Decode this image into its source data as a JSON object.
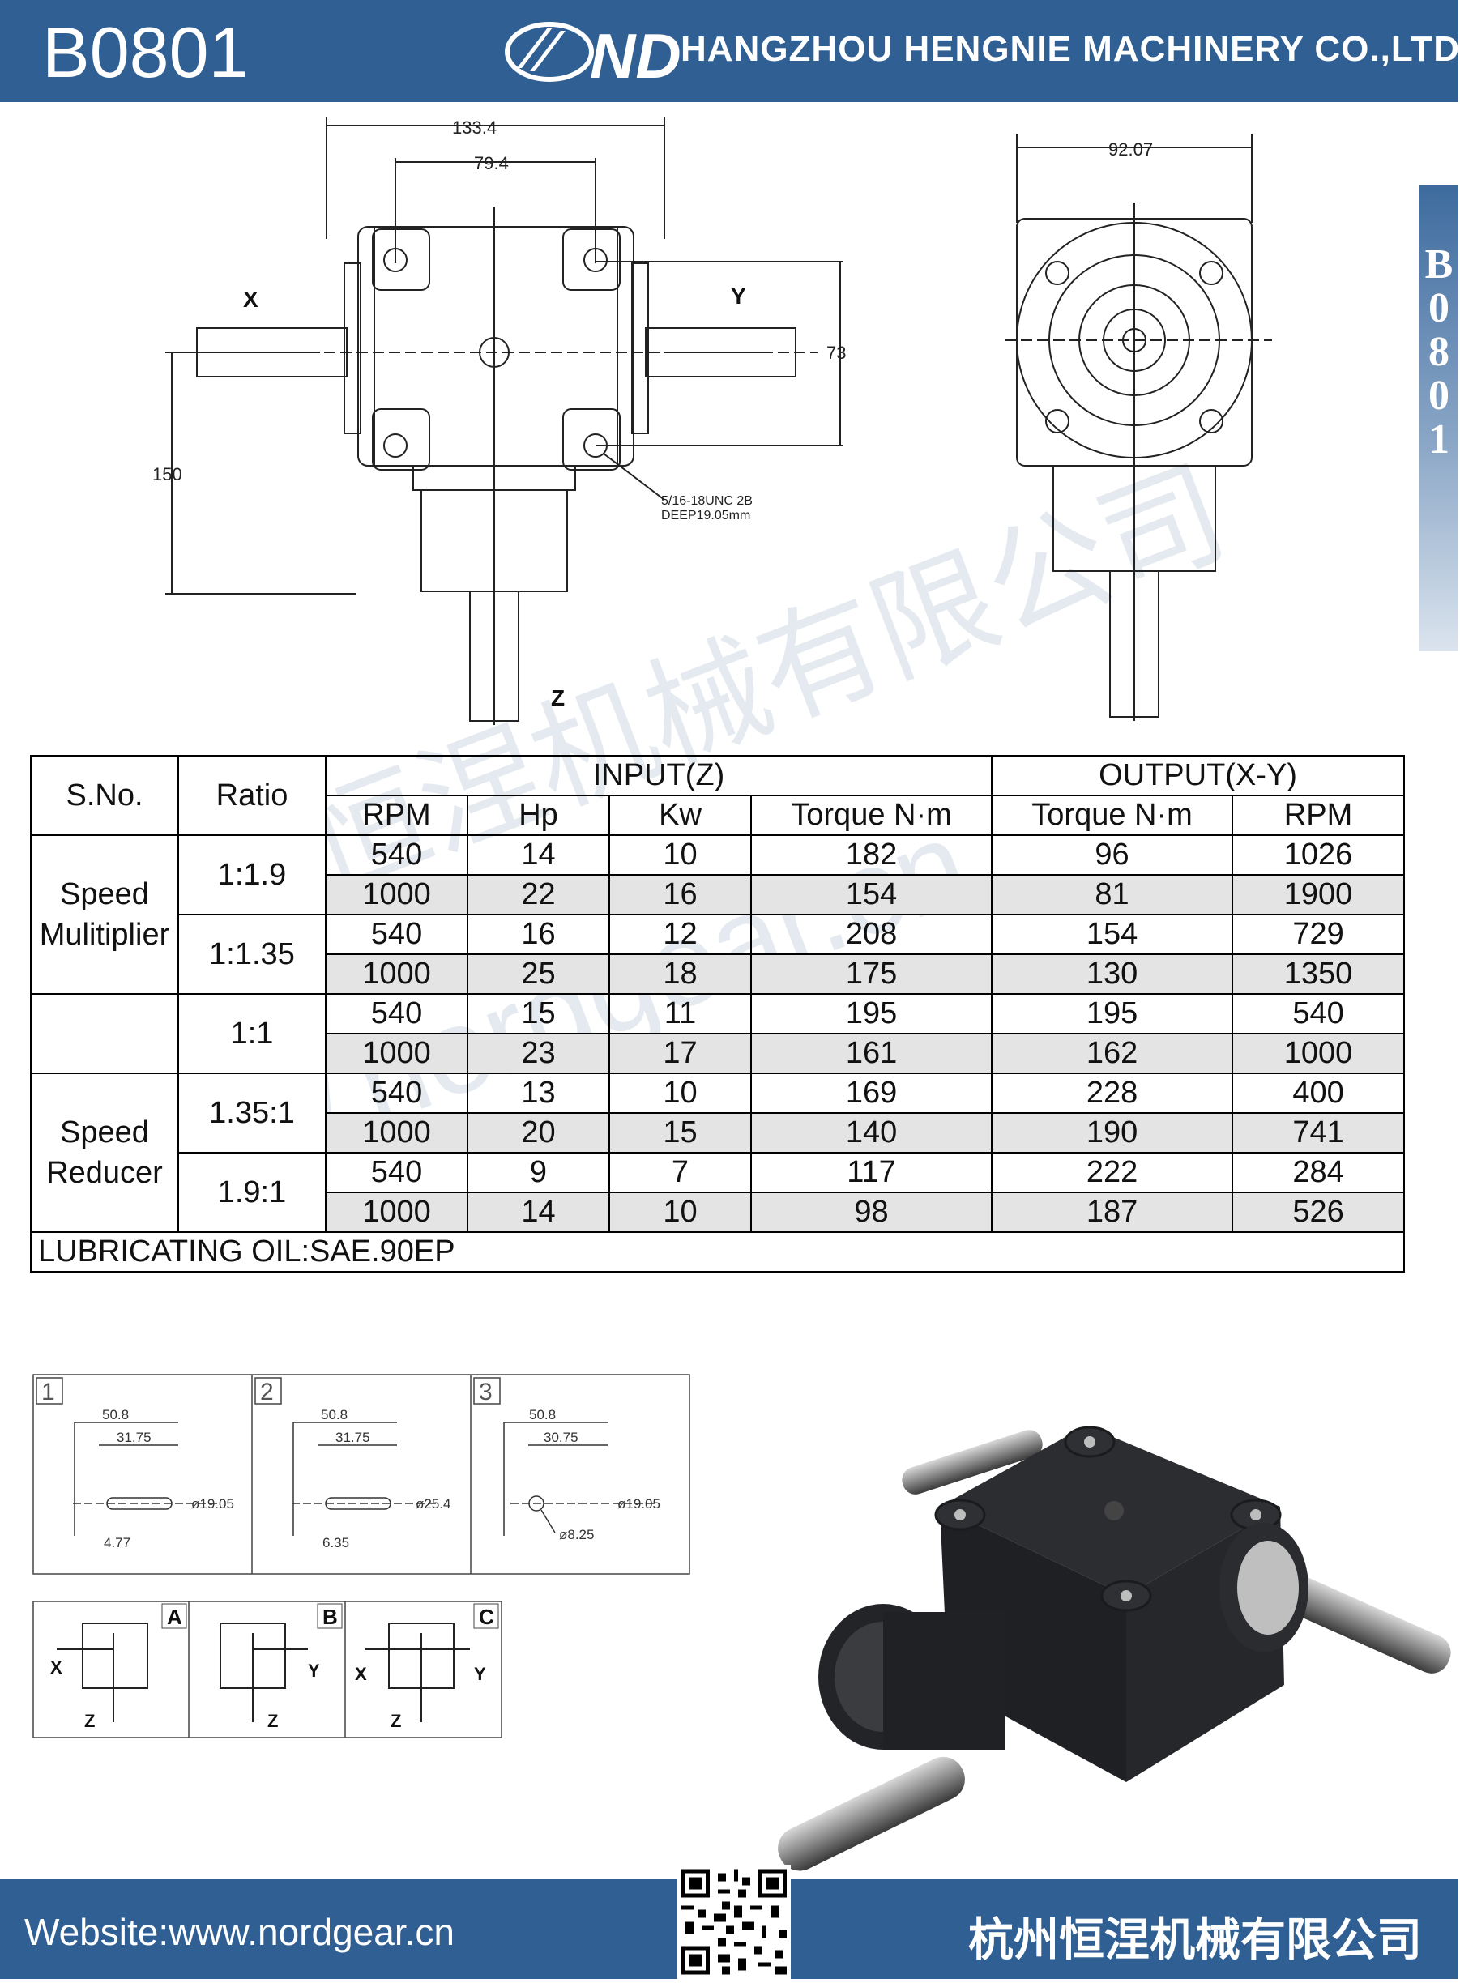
{
  "header": {
    "model": "B0801",
    "company": "HANGZHOU HENGNIE MACHINERY CO.,LTD",
    "logo_text": "ND"
  },
  "side_tab": "B0801",
  "watermark": {
    "cn": "杭州恒涅机械有限公司",
    "url": "www.nordgear.cn"
  },
  "drawing_front": {
    "dims": [
      "133.4",
      "79.4",
      "73",
      "150"
    ],
    "axes": [
      "X",
      "Y",
      "Z"
    ],
    "note_line1": "5/16-18UNC 2B",
    "note_line2": "DEEP19.05mm"
  },
  "drawing_side": {
    "dims": [
      "92.07"
    ]
  },
  "table": {
    "headers": {
      "sno": "S.No.",
      "ratio": "Ratio",
      "input": "INPUT(Z)",
      "output": "OUTPUT(X-Y)",
      "rpm_in": "RPM",
      "hp": "Hp",
      "kw": "Kw",
      "torque_in": "Torque N·m",
      "torque_out": "Torque N·m",
      "rpm_out": "RPM"
    },
    "groups": {
      "multiplier": "Speed Mulitiplier",
      "reducer": "Speed Reducer"
    },
    "ratios": [
      "1:1.9",
      "1:1.35",
      "1:1",
      "1.35:1",
      "1.9:1"
    ],
    "rows": [
      [
        "540",
        "14",
        "10",
        "182",
        "96",
        "1026"
      ],
      [
        "1000",
        "22",
        "16",
        "154",
        "81",
        "1900"
      ],
      [
        "540",
        "16",
        "12",
        "208",
        "154",
        "729"
      ],
      [
        "1000",
        "25",
        "18",
        "175",
        "130",
        "1350"
      ],
      [
        "540",
        "15",
        "11",
        "195",
        "195",
        "540"
      ],
      [
        "1000",
        "23",
        "17",
        "161",
        "162",
        "1000"
      ],
      [
        "540",
        "13",
        "10",
        "169",
        "228",
        "400"
      ],
      [
        "1000",
        "20",
        "15",
        "140",
        "190",
        "741"
      ],
      [
        "540",
        "9",
        "7",
        "117",
        "222",
        "284"
      ],
      [
        "1000",
        "14",
        "10",
        "98",
        "187",
        "526"
      ]
    ],
    "footer_note": "LUBRICATING OIL:SAE.90EP"
  },
  "shaft_details": [
    {
      "num": "1",
      "d1": "50.8",
      "d2": "31.75",
      "dia": "ø19.05",
      "extra": "4.77"
    },
    {
      "num": "2",
      "d1": "50.8",
      "d2": "31.75",
      "dia": "ø25.4",
      "extra": "6.35"
    },
    {
      "num": "3",
      "d1": "50.8",
      "d2": "30.75",
      "dia": "ø19.05",
      "extra": "ø8.25"
    }
  ],
  "rotation": [
    {
      "letter": "A",
      "axes": [
        "X",
        "Z"
      ]
    },
    {
      "letter": "B",
      "axes": [
        "Y",
        "Z"
      ]
    },
    {
      "letter": "C",
      "axes": [
        "X",
        "Y",
        "Z"
      ]
    }
  ],
  "footer": {
    "website": "Website:www.nordgear.cn",
    "company_cn": "杭州恒涅机械有限公司"
  }
}
